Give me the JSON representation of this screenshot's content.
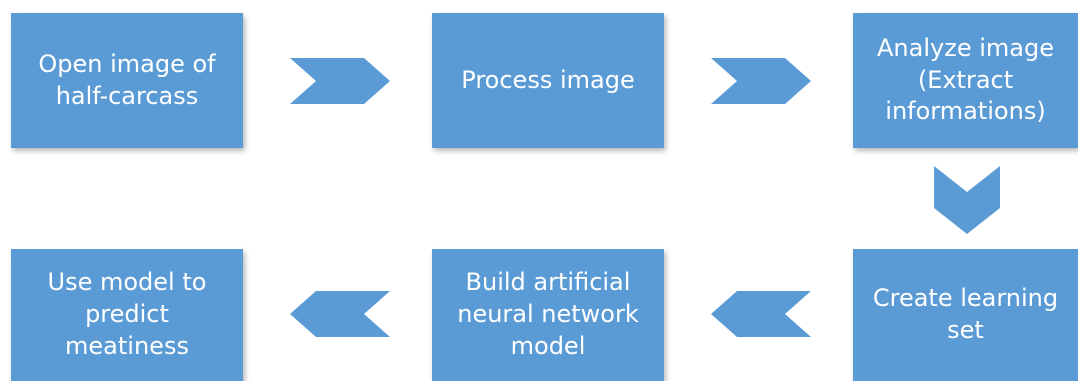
{
  "diagram": {
    "colors": {
      "box_fill": "#5b9bd5",
      "text": "#ffffff",
      "arrow_fill": "#5b9bd5"
    },
    "steps": [
      {
        "label": "Open image of\nhalf-carcass"
      },
      {
        "label": "Process image"
      },
      {
        "label": "Analyze image\n(Extract\ninformations)"
      },
      {
        "label": "Create learning\nset"
      },
      {
        "label": "Build artificial\nneural network\nmodel"
      },
      {
        "label": "Use model to\npredict\nmeatiness"
      }
    ],
    "arrows": [
      {
        "from": 1,
        "to": 2,
        "direction": "right"
      },
      {
        "from": 2,
        "to": 3,
        "direction": "right"
      },
      {
        "from": 3,
        "to": 4,
        "direction": "down"
      },
      {
        "from": 4,
        "to": 5,
        "direction": "left"
      },
      {
        "from": 5,
        "to": 6,
        "direction": "left"
      }
    ]
  }
}
